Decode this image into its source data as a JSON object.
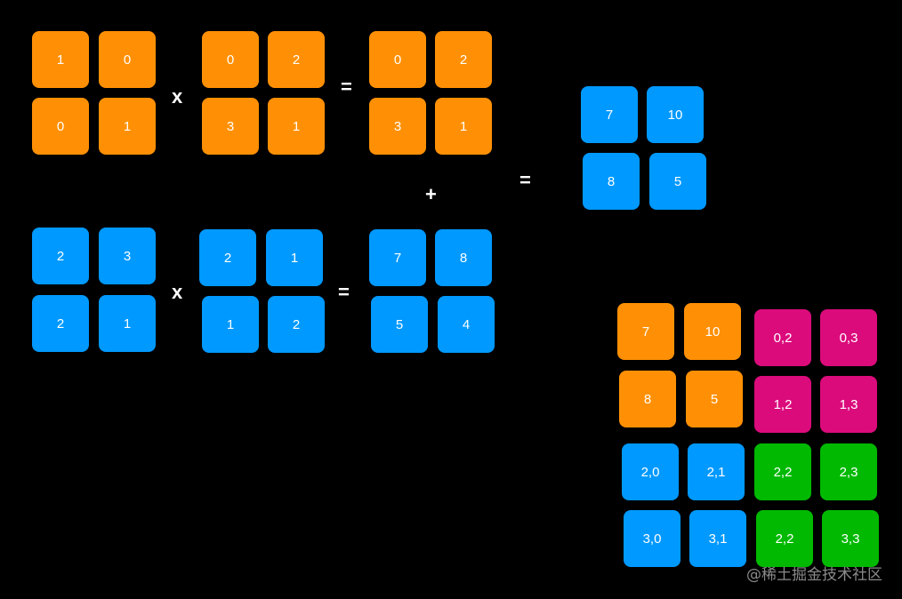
{
  "colors": {
    "orange": "#FF9005",
    "blue": "#0099FF",
    "pink": "#DB0B7C",
    "green": "#00B900",
    "background": "#000000"
  },
  "operators": {
    "multiply": "x",
    "equals": "=",
    "plus": "+"
  },
  "top_equation": {
    "left": [
      "1",
      "0",
      "0",
      "1"
    ],
    "right": [
      "0",
      "2",
      "3",
      "1"
    ],
    "result": [
      "0",
      "2",
      "3",
      "1"
    ]
  },
  "bottom_equation": {
    "left": [
      "2",
      "3",
      "2",
      "1"
    ],
    "right": [
      "2",
      "1",
      "1",
      "2"
    ],
    "result": [
      "7",
      "8",
      "5",
      "4"
    ]
  },
  "sum_result": [
    "7",
    "10",
    "8",
    "5"
  ],
  "block_matrix": {
    "top_left": [
      "7",
      "10",
      "8",
      "5"
    ],
    "top_right": [
      "0,2",
      "0,3",
      "1,2",
      "1,3"
    ],
    "bottom_left": [
      "2,0",
      "2,1",
      "3,0",
      "3,1"
    ],
    "bottom_right": [
      "2,2",
      "2,3",
      "2,2",
      "3,3"
    ]
  },
  "watermark": "@稀土掘金技术社区"
}
